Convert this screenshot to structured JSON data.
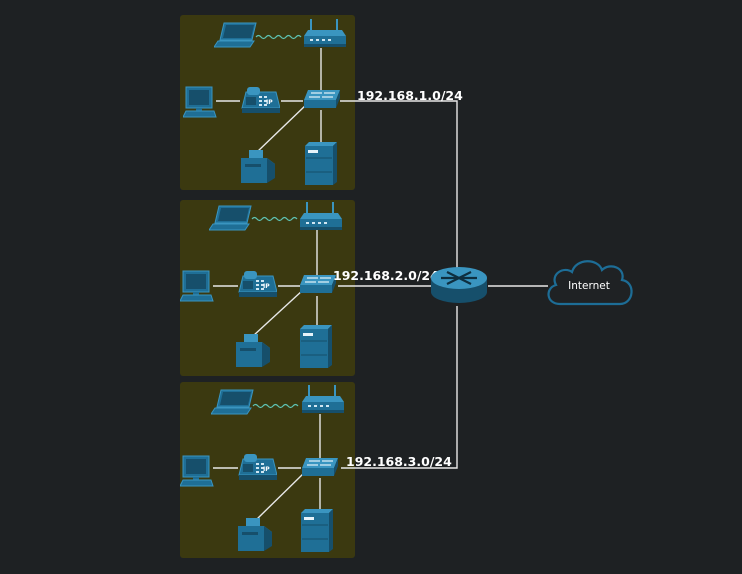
{
  "diagram": {
    "colors": {
      "background": "#1e2123",
      "lan_panel": "#3b3910",
      "link": "#e8e8e8",
      "device": "#1f6f96",
      "device_dark": "#164f6b",
      "device_light": "#3a95c0",
      "cloud_fill": "#1f2224",
      "cloud_stroke": "#1d6d96"
    },
    "lans": [
      {
        "network": "192.168.1.0/24",
        "devices": [
          "laptop-icon",
          "wireless-ap-icon",
          "pc-icon",
          "ip-phone-icon",
          "switch-icon",
          "printer-icon",
          "server-icon"
        ],
        "phone_badge": "IP"
      },
      {
        "network": "192.168.2.0/24",
        "devices": [
          "laptop-icon",
          "wireless-ap-icon",
          "pc-icon",
          "ip-phone-icon",
          "switch-icon",
          "printer-icon",
          "server-icon"
        ],
        "phone_badge": "IP"
      },
      {
        "network": "192.168.3.0/24",
        "devices": [
          "laptop-icon",
          "wireless-ap-icon",
          "pc-icon",
          "ip-phone-icon",
          "switch-icon",
          "printer-icon",
          "server-icon"
        ],
        "phone_badge": "IP"
      }
    ],
    "router": {
      "icon": "router-icon"
    },
    "internet": {
      "icon": "cloud-icon",
      "label": "Internet"
    }
  }
}
